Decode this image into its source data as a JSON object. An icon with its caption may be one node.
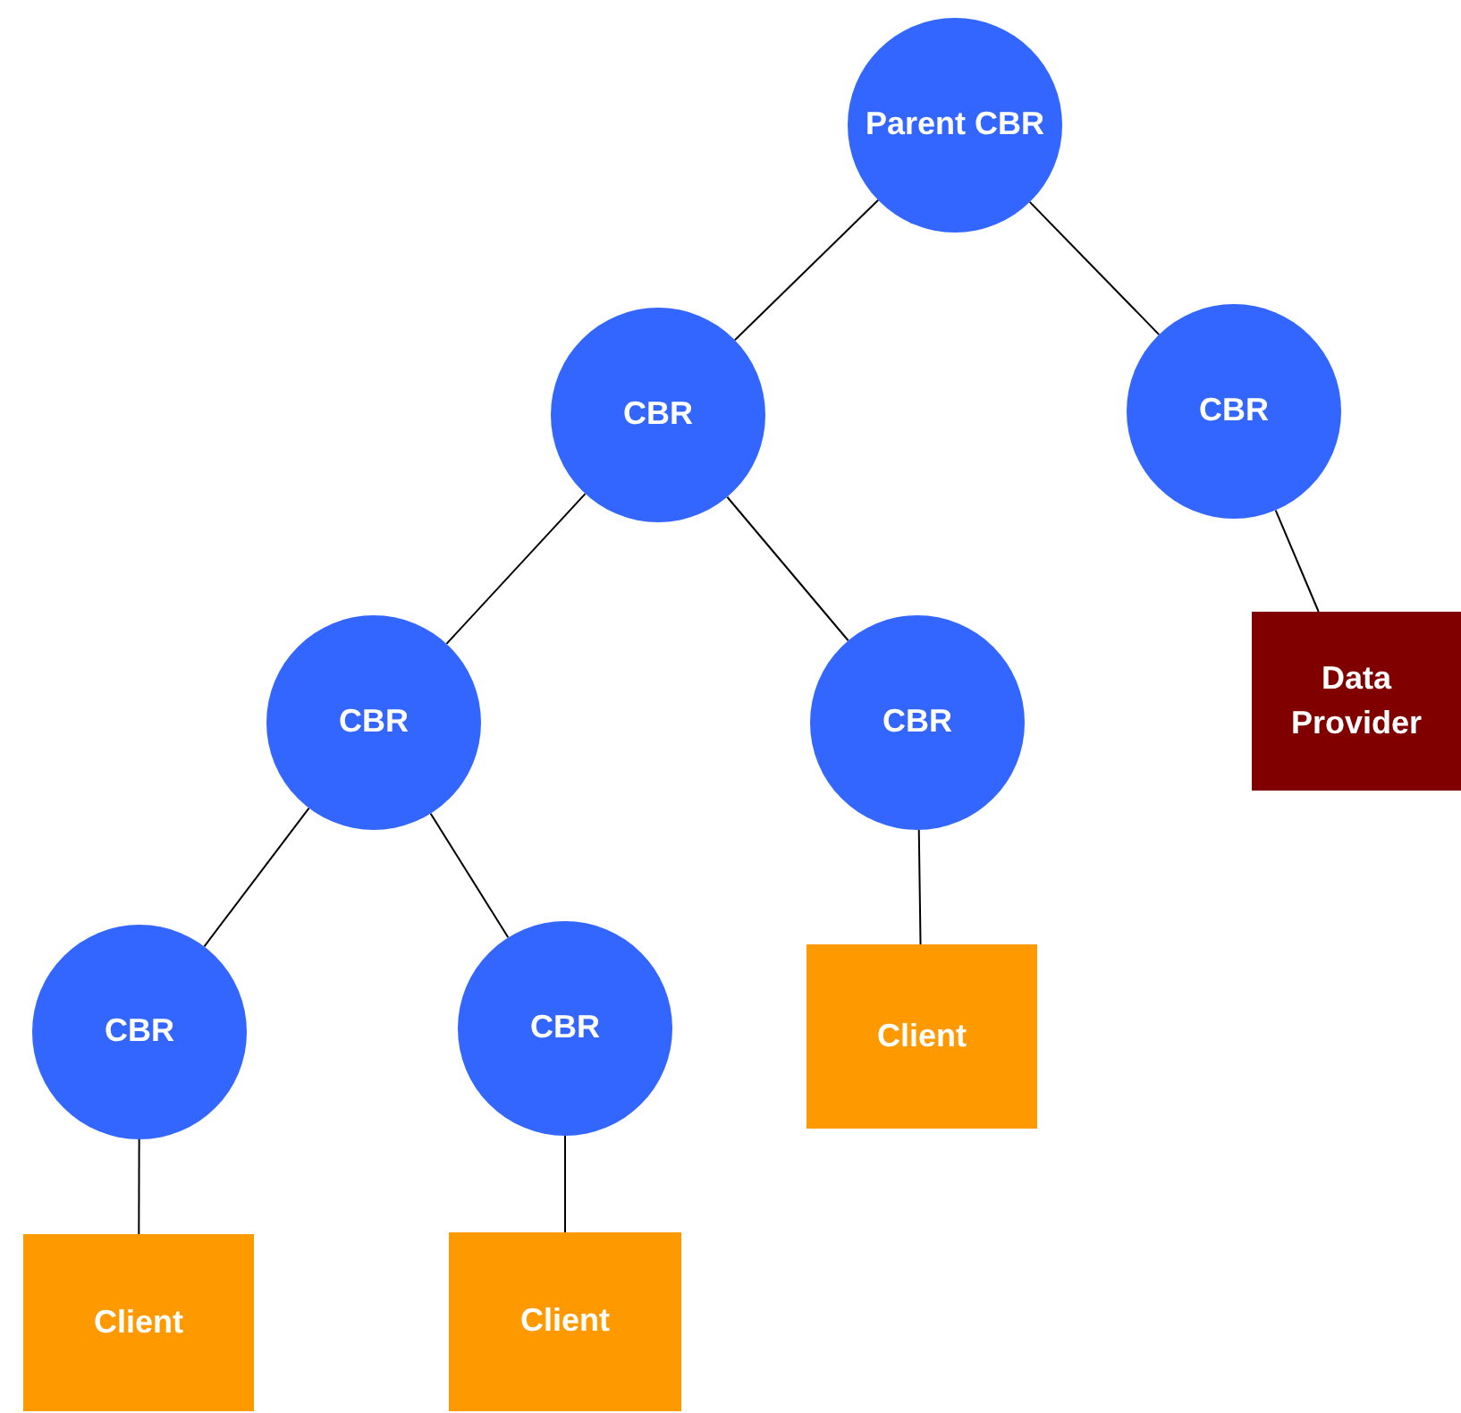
{
  "diagram": {
    "nodes": [
      {
        "text": [
          "Parent CBR"
        ]
      },
      {
        "text": [
          "CBR"
        ]
      },
      {
        "text": [
          "CBR"
        ]
      },
      {
        "text": [
          "CBR"
        ]
      },
      {
        "text": [
          "CBR"
        ]
      },
      {
        "text": [
          "Data Provider"
        ]
      },
      {
        "text": [
          "CBR"
        ]
      },
      {
        "text": [
          "CBR"
        ]
      },
      {
        "text": [
          "Client"
        ]
      },
      {
        "text": [
          "Client"
        ]
      },
      {
        "text": [
          "Client"
        ]
      }
    ],
    "edges": [
      {
        "from": 0,
        "to": 1,
        "arrow": "none"
      },
      {
        "from": 0,
        "to": 2,
        "arrow": "none"
      },
      {
        "from": 1,
        "to": 3,
        "arrow": "none"
      },
      {
        "from": 1,
        "to": 4,
        "arrow": "none"
      },
      {
        "from": 2,
        "to": 5,
        "arrow": "none"
      },
      {
        "from": 3,
        "to": 6,
        "arrow": "none"
      },
      {
        "from": 3,
        "to": 7,
        "arrow": "none"
      },
      {
        "from": 4,
        "to": 8,
        "arrow": "none"
      },
      {
        "from": 6,
        "to": 9,
        "arrow": "none"
      },
      {
        "from": 7,
        "to": 10,
        "arrow": "none"
      }
    ]
  }
}
